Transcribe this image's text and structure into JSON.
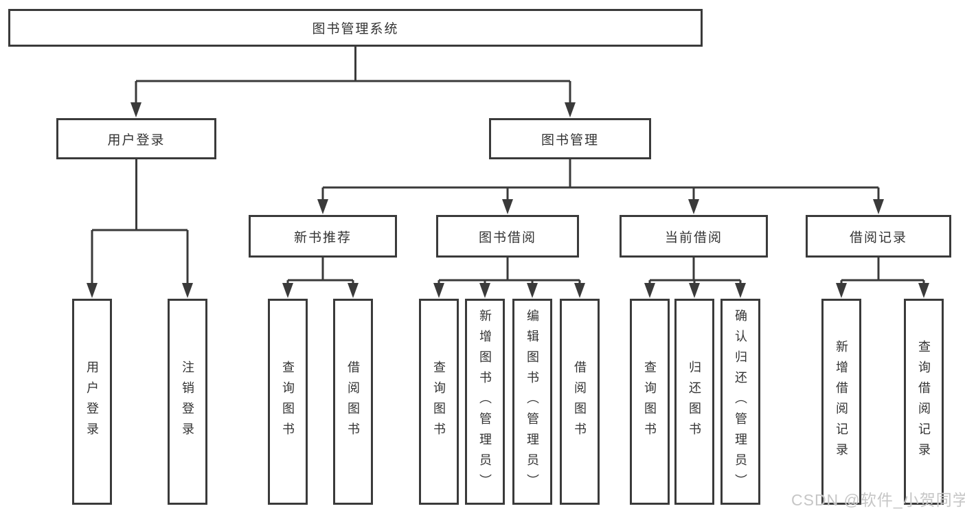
{
  "nodes": {
    "root": "图书管理系统",
    "user_login": "用户登录",
    "book_management": "图书管理",
    "new_book_recommend": "新书推荐",
    "book_borrow": "图书借阅",
    "current_borrow": "当前借阅",
    "borrow_records": "借阅记录",
    "leaf_user_login": "用户登录",
    "leaf_logout_login": "注销登录",
    "leaf_query_books_recommend": "查询图书",
    "leaf_borrow_books_recommend": "借阅图书",
    "leaf_query_books_borrow": "查询图书",
    "leaf_add_books_admin": "新增图书（管理员）",
    "leaf_edit_books_admin": "编辑图书（管理员）",
    "leaf_borrow_books_borrow": "借阅图书",
    "leaf_query_books_current": "查询图书",
    "leaf_return_books": "归还图书",
    "leaf_confirm_return_admin": "确认归还（管理员）",
    "leaf_add_borrow_record": "新增借阅记录",
    "leaf_query_borrow_record": "查询借阅记录"
  },
  "watermark": "CSDN @软件_小贺同学",
  "colors": {
    "line": "#3a3a3a",
    "text": "#333333",
    "background": "#ffffff",
    "watermark": "#c3c3c3"
  }
}
